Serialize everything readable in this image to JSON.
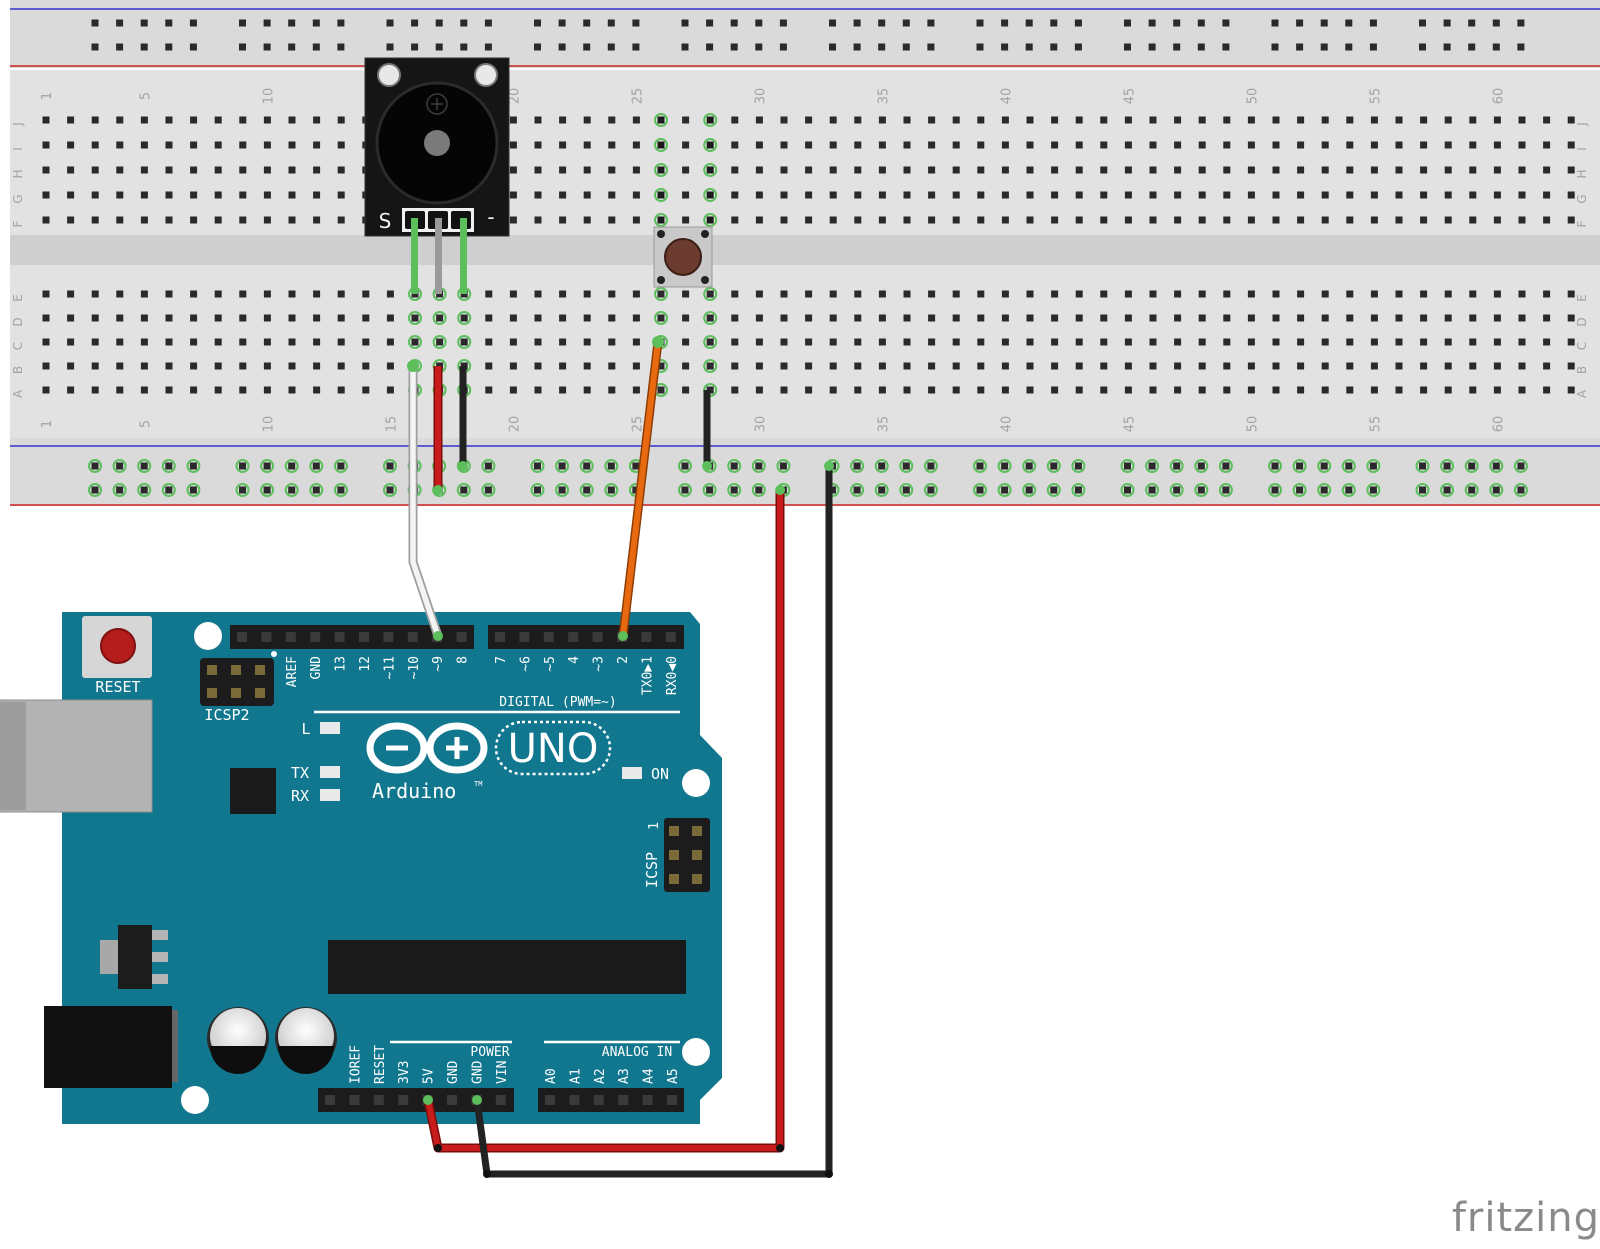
{
  "breadboard": {
    "column_labels": [
      "1",
      "5",
      "10",
      "15",
      "20",
      "25",
      "30",
      "35",
      "40",
      "45",
      "50",
      "55",
      "60"
    ],
    "top_row_labels": [
      "J",
      "I",
      "H",
      "G",
      "F"
    ],
    "bottom_row_labels": [
      "E",
      "D",
      "C",
      "B",
      "A"
    ]
  },
  "buzzer": {
    "left_label": "S",
    "right_label": "-"
  },
  "arduino": {
    "reset_label": "RESET",
    "icsp2_label": "ICSP2",
    "icsp_label": "ICSP",
    "icsp_pin1": "1",
    "digital_title": "DIGITAL (PWM=~)",
    "digital_pins_a": [
      "AREF",
      "GND",
      "13",
      "12",
      "~11",
      "~10",
      "~9",
      "8"
    ],
    "digital_pins_b": [
      "7",
      "~6",
      "~5",
      "4",
      "~3",
      "2",
      "TX0▶1",
      "RX0◀0"
    ],
    "led_l": "L",
    "led_tx": "TX",
    "led_rx": "RX",
    "led_on": "ON",
    "logo_text": "Arduino",
    "logo_tm": "TM",
    "model": "UNO",
    "power_title": "POWER",
    "power_pins": [
      "IOREF",
      "RESET",
      "3V3",
      "5V",
      "GND",
      "GND",
      "VIN"
    ],
    "analog_title": "ANALOG IN",
    "analog_pins": [
      "A0",
      "A1",
      "A2",
      "A3",
      "A4",
      "A5"
    ]
  },
  "brand_label": "fritzing",
  "colors": {
    "breadboard": "#e2e2e2",
    "board": "#11778f",
    "wire_red": "#c81b1b",
    "wire_black": "#222222",
    "wire_white": "#f4f4f4",
    "wire_orange": "#e86a10",
    "wire_green": "#5cbf5c",
    "rail_blue": "#3333cc",
    "rail_red": "#cc2222"
  }
}
